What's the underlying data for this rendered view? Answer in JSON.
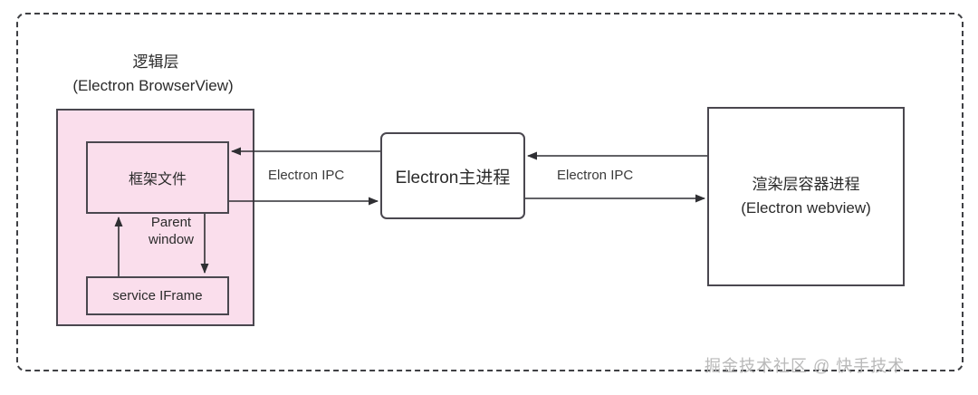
{
  "diagram": {
    "outer_container": {
      "name": "overall-architecture-boundary",
      "border_style": "dashed"
    },
    "logic_layer": {
      "title_cn": "逻辑层",
      "title_en": "(Electron BrowserView)",
      "fill_color": "#fadeec",
      "stroke_color": "#4a474f",
      "inner_boxes": {
        "frame_file": "框架文件",
        "service_iframe": "service IFrame"
      },
      "internal_link_label_line1": "Parent",
      "internal_link_label_line2": "window"
    },
    "main_process": {
      "label": "Electron主进程",
      "fill_color": "#ffffff",
      "stroke_color": "#4a474f"
    },
    "render_layer": {
      "label_cn": "渲染层容器进程",
      "label_en": "(Electron webview)",
      "fill_color": "#ffffff",
      "stroke_color": "#4a474f"
    },
    "connections": {
      "left_ipc_label": "Electron IPC",
      "right_ipc_label": "Electron IPC"
    },
    "watermark": "掘金技术社区 @ 快手技术"
  }
}
